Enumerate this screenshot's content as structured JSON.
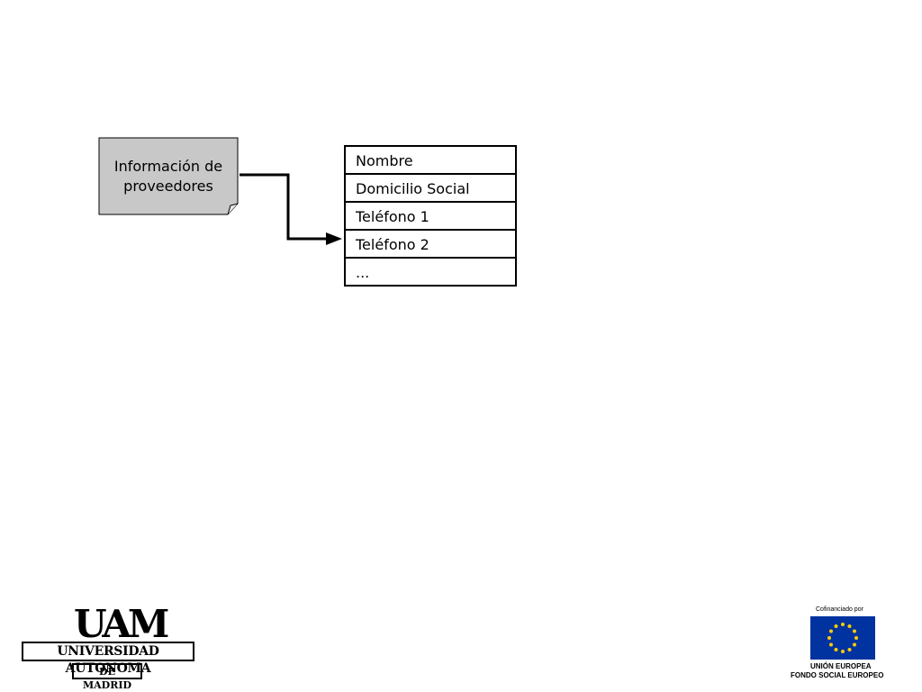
{
  "diagram": {
    "source_label": "Información de proveedores",
    "fields": [
      "Nombre",
      "Domicilio Social",
      "Teléfono 1",
      "Teléfono 2",
      "..."
    ]
  },
  "logos": {
    "uam": {
      "mark": "UAM",
      "line1": "UNIVERSIDAD AUTONOMA",
      "line2": "DE MADRID"
    },
    "eu": {
      "cofinanced": "Cofinanciado por",
      "name1": "UNIÓN EUROPEA",
      "name2": "FONDO SOCIAL EUROPEO",
      "flag_color": "#0033a0",
      "star_color": "#ffcc00"
    }
  },
  "colors": {
    "document_fill": "#c8c8c8",
    "line": "#000000"
  }
}
